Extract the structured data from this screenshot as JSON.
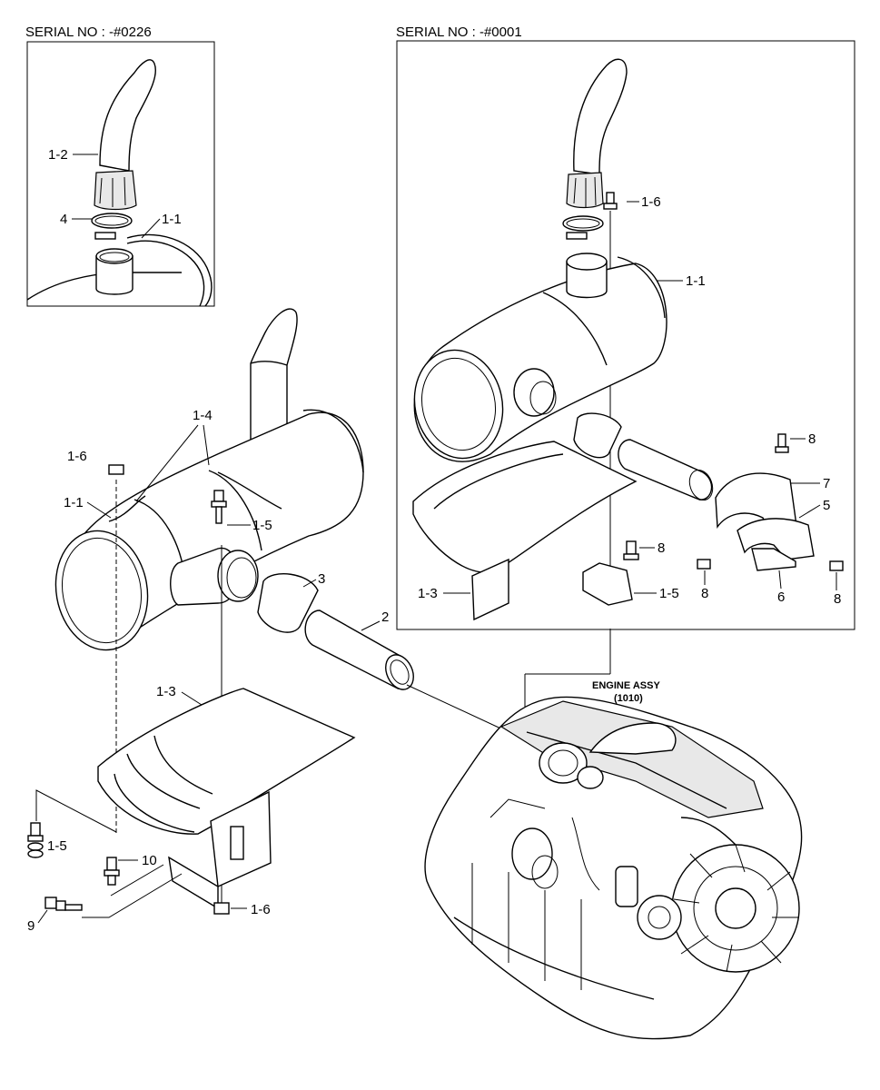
{
  "headers": {
    "left_serial": "SERIAL NO : -#0226",
    "right_serial": "SERIAL NO : -#0001"
  },
  "engine": {
    "line1": "ENGINE ASSY",
    "line2": "(1010)"
  },
  "labels": {
    "inset_l_1_2": "1-2",
    "inset_l_4": "4",
    "inset_l_1_1": "1-1",
    "main_1_4": "1-4",
    "main_1_6_top": "1-6",
    "main_1_1": "1-1",
    "main_1_5_top": "1-5",
    "main_3": "3",
    "main_2": "2",
    "main_1_3": "1-3",
    "main_1_5_bot": "1-5",
    "main_10": "10",
    "main_9": "9",
    "main_1_6_bot": "1-6",
    "inset_r_1_6": "1-6",
    "inset_r_1_1": "1-1",
    "inset_r_8_a": "8",
    "inset_r_7": "7",
    "inset_r_5": "5",
    "inset_r_8_b": "8",
    "inset_r_1_3": "1-3",
    "inset_r_1_5": "1-5",
    "inset_r_8_c": "8",
    "inset_r_6": "6",
    "inset_r_8_d": "8"
  }
}
